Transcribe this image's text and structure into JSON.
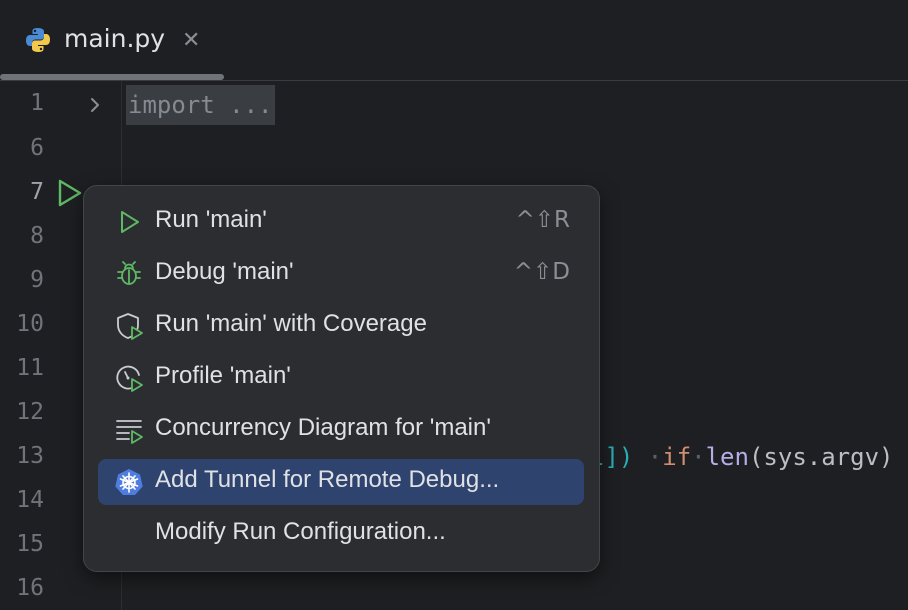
{
  "tab": {
    "filename": "main.py",
    "close_glyph": "✕",
    "icon": "python-icon"
  },
  "editor": {
    "line_numbers": [
      "1",
      "6",
      "7",
      "8",
      "9",
      "10",
      "11",
      "12",
      "13",
      "14",
      "15",
      "16"
    ],
    "import_fold": "import ...",
    "line13_fragment": {
      "pre": "l]) ",
      "kw_if": "if",
      "fn_len": "len",
      "rest": "(sys.argv)"
    }
  },
  "menu": {
    "items": [
      {
        "label": "Run 'main'",
        "shortcut": "^⇧R",
        "icon": "run-icon"
      },
      {
        "label": "Debug 'main'",
        "shortcut": "^⇧D",
        "icon": "debug-bug-icon"
      },
      {
        "label": "Run 'main' with Coverage",
        "shortcut": "",
        "icon": "coverage-shield-icon"
      },
      {
        "label": "Profile 'main'",
        "shortcut": "",
        "icon": "profiler-icon"
      },
      {
        "label": "Concurrency Diagram for 'main'",
        "shortcut": "",
        "icon": "concurrency-diagram-icon"
      },
      {
        "label": "Add Tunnel for Remote Debug...",
        "shortcut": "",
        "icon": "kubernetes-icon",
        "selected": true
      },
      {
        "label": "Modify Run Configuration...",
        "shortcut": "",
        "icon": ""
      }
    ]
  },
  "colors": {
    "accent_green": "#5fb865",
    "selection": "#2e436e",
    "kubernetes": "#4f7ddf"
  }
}
